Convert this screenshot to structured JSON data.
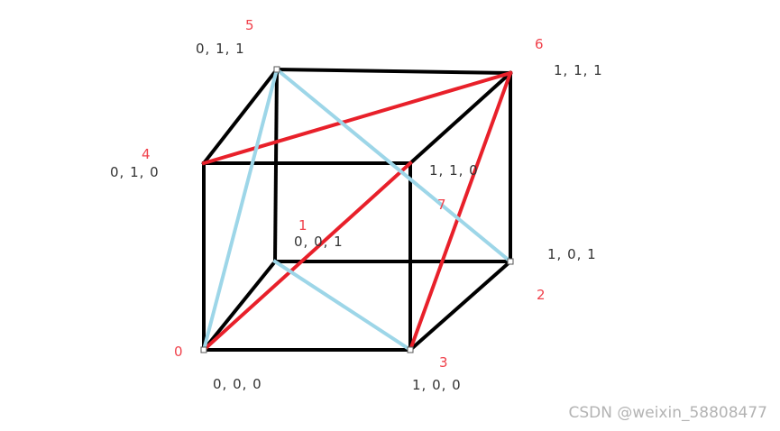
{
  "colors": {
    "edge": "#000000",
    "red_diagonal": "#e8202a",
    "blue_diagonal": "#9dd6e8",
    "vertex_label": "#f0414b",
    "coord_label": "#333333",
    "watermark": "#b3b3b3"
  },
  "vertices": [
    {
      "id": "0",
      "coords": "0, 0, 0"
    },
    {
      "id": "1",
      "coords": "0, 0, 1"
    },
    {
      "id": "2",
      "coords": "1, 0, 1"
    },
    {
      "id": "3",
      "coords": "1, 0, 0"
    },
    {
      "id": "4",
      "coords": "0, 1, 0"
    },
    {
      "id": "5",
      "coords": "0, 1, 1"
    },
    {
      "id": "6",
      "coords": "1, 1, 1"
    },
    {
      "id": "7",
      "coords": "1, 1, 0"
    }
  ],
  "edges": [
    [
      "0",
      "3"
    ],
    [
      "3",
      "7"
    ],
    [
      "7",
      "4"
    ],
    [
      "4",
      "0"
    ],
    [
      "1",
      "2"
    ],
    [
      "2",
      "6"
    ],
    [
      "6",
      "5"
    ],
    [
      "5",
      "1"
    ],
    [
      "0",
      "1"
    ],
    [
      "3",
      "2"
    ],
    [
      "7",
      "6"
    ],
    [
      "4",
      "5"
    ]
  ],
  "red_diagonals": [
    [
      "0",
      "7"
    ],
    [
      "3",
      "6"
    ],
    [
      "4",
      "6"
    ]
  ],
  "blue_diagonals": [
    [
      "0",
      "5"
    ],
    [
      "5",
      "2"
    ],
    [
      "1",
      "3"
    ]
  ],
  "watermark": "CSDN @weixin_58808477"
}
